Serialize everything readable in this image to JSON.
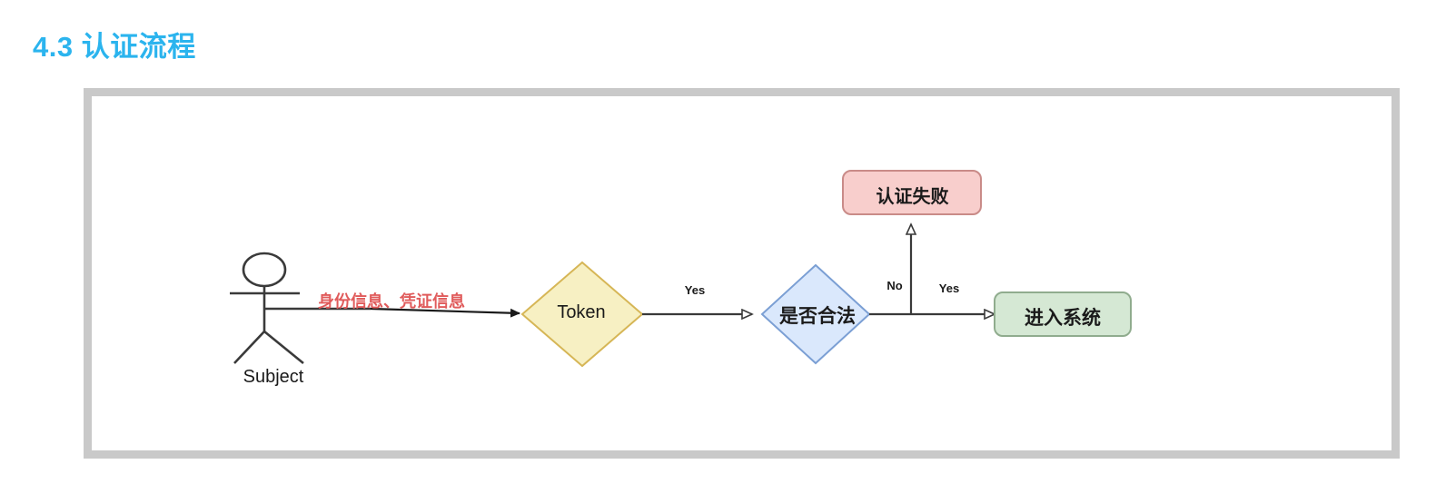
{
  "heading": {
    "text": "4.3 认证流程",
    "color": "#2bb4ee"
  },
  "diagram": {
    "frame_color": "#c9c9c9",
    "actor": {
      "name": "actor-subject",
      "label": "Subject"
    },
    "message": {
      "label": "身份信息、凭证信息",
      "color": "#e05b5b"
    },
    "nodes": [
      {
        "id": "token",
        "shape": "diamond",
        "label": "Token",
        "fill": "#f7f0c3",
        "stroke": "#d6b656"
      },
      {
        "id": "is-legal",
        "shape": "diamond",
        "label": "是否合法",
        "fill": "#dae8fc",
        "stroke": "#7b9fd4"
      },
      {
        "id": "auth-failed",
        "shape": "rounded-rect",
        "label": "认证失败",
        "fill": "#f8cecc",
        "stroke": "#c98b88"
      },
      {
        "id": "enter-system",
        "shape": "rounded-rect",
        "label": "进入系统",
        "fill": "#d5e8d4",
        "stroke": "#90ac8e"
      }
    ],
    "edges": [
      {
        "id": "actor-to-token",
        "label": "",
        "arrowhead": "filled"
      },
      {
        "id": "token-to-legal",
        "label": "Yes",
        "arrowhead": "open"
      },
      {
        "id": "legal-to-failed",
        "label": "No",
        "arrowhead": "open"
      },
      {
        "id": "legal-to-enter",
        "label": "Yes",
        "arrowhead": "open"
      }
    ]
  }
}
